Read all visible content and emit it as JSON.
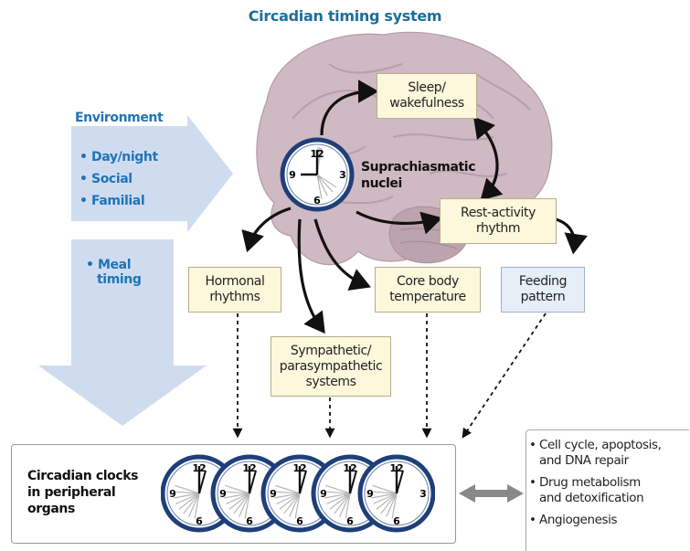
{
  "title": "Circadian timing system",
  "environment": {
    "heading": "Environment",
    "items": [
      "• Day/night",
      "• Social",
      "• Familial"
    ],
    "meal_line1": "• Meal",
    "meal_line2": "timing"
  },
  "center": {
    "label_line1": "Suprachiasmatic",
    "label_line2": "nuclei"
  },
  "boxes": {
    "sleep_line1": "Sleep/",
    "sleep_line2": "wakefulness",
    "rest_line1": "Rest-activity",
    "rest_line2": "rhythm",
    "hormonal_line1": "Hormonal",
    "hormonal_line2": "rhythms",
    "core_line1": "Core body",
    "core_line2": "temperature",
    "feeding_line1": "Feeding",
    "feeding_line2": "pattern",
    "symp_line1": "Sympathetic/",
    "symp_line2": "parasympathetic",
    "symp_line3": "systems"
  },
  "peripheral": {
    "label_line1": "Circadian clocks",
    "label_line2": "in peripheral",
    "label_line3": "organs"
  },
  "clock_numbers": [
    "12",
    "3",
    "6",
    "9"
  ],
  "effects": [
    [
      "Cell cycle, apoptosis,",
      "and DNA repair"
    ],
    [
      "Drug metabolism",
      "and detoxification"
    ],
    [
      "Angiogenesis"
    ]
  ],
  "colors": {
    "accent": "#1f73b7",
    "title": "#1a6f9a",
    "brain": "#cfb9c2",
    "box_fill": "#fdf7dc",
    "box_blue": "#e6eef8",
    "clock_ring": "#1e3f7a"
  }
}
